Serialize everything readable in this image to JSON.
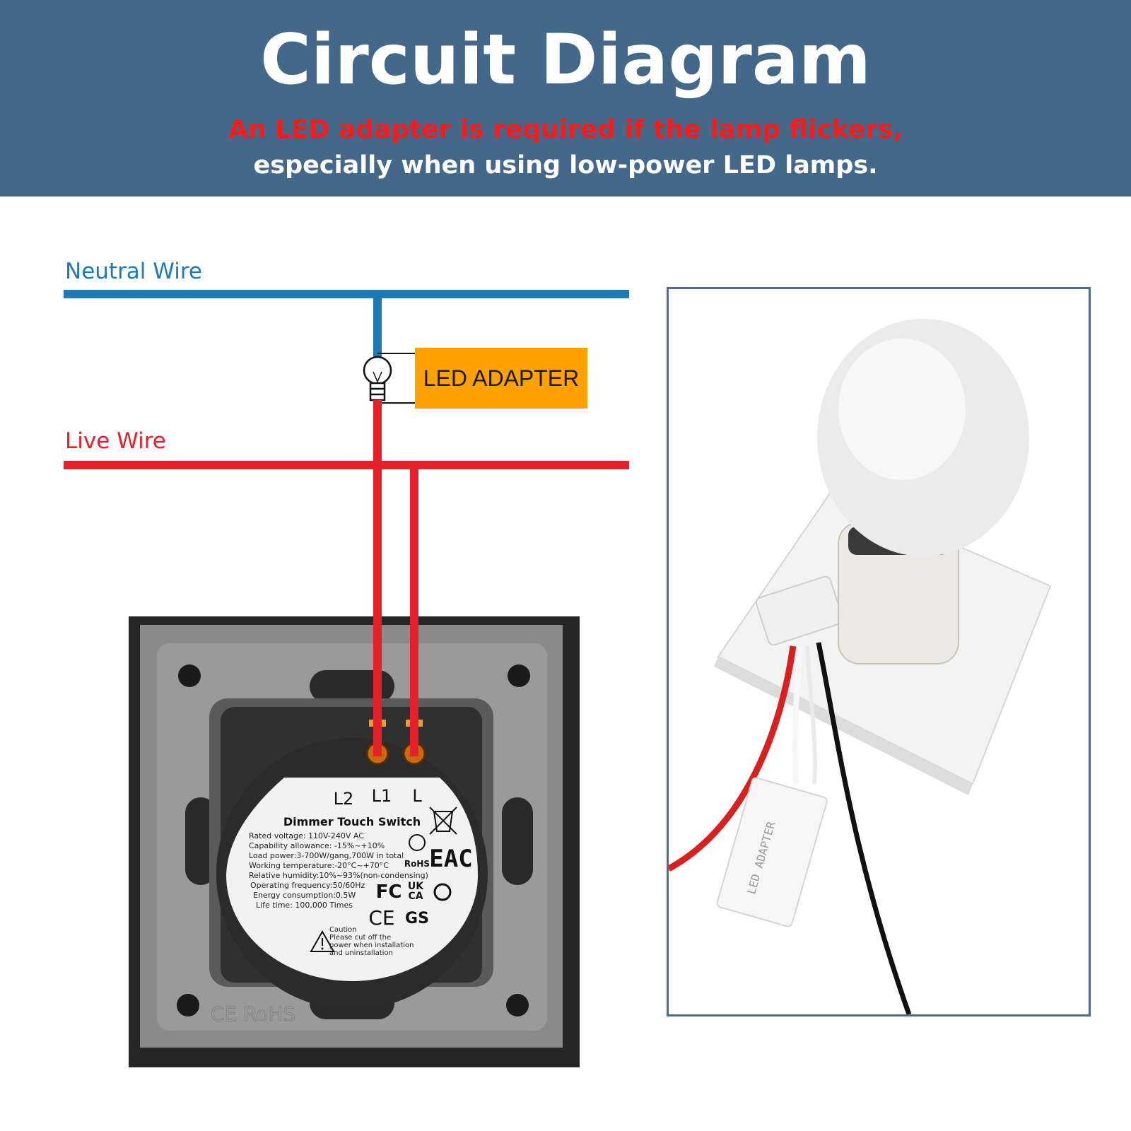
{
  "header": {
    "title": "Circuit Diagram",
    "warning_line1": "An LED adapter is required if the lamp flickers,",
    "warning_line2": "especially when using low-power LED lamps."
  },
  "wires": {
    "neutral_label": "Neutral Wire",
    "live_label": "Live Wire"
  },
  "adapter": {
    "label": "LED ADAPTER",
    "photo_label": "LED ADAPTER"
  },
  "switch": {
    "terminals": [
      "L2",
      "L1",
      "L"
    ],
    "product_name": "Dimmer Touch Switch",
    "specs": [
      "Rated voltage: 110V-240V AC",
      "Capability allowance: -15%~+10%",
      "Load power:3-700W/gang,700W in total",
      "Working temperature:-20°C~+70°C",
      "Relative humidity:10%~93%(non-condensing)",
      "Operating frequency:50/60Hz",
      "Energy consumption:0.5W",
      "Life time: 100,000 Times"
    ],
    "marks": {
      "rohs": "RoHS",
      "eac": "EAC",
      "fc": "FC",
      "ukca_top": "UK",
      "ukca_bottom": "CA",
      "ce": "CE",
      "gs": "GS",
      "embossed": "CE RoHS"
    },
    "caution": [
      "Caution",
      "Please cut off the",
      "power when installation",
      "and uninstallation"
    ]
  },
  "colors": {
    "header_bg": "#44688a",
    "neutral": "#1d7ab8",
    "live": "#e4202a",
    "adapter": "#ffa200",
    "warning": "#ff1a1a"
  }
}
